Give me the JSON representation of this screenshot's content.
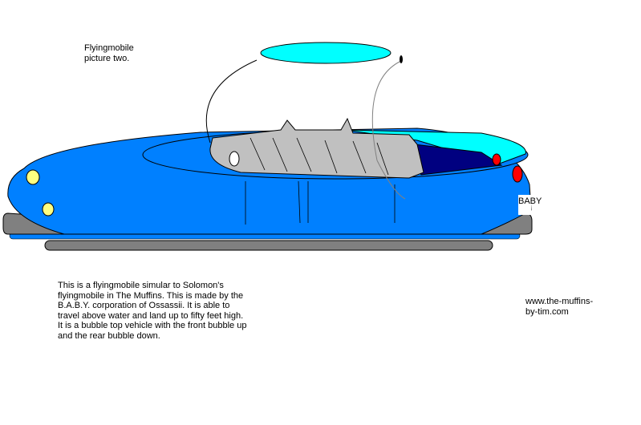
{
  "title": {
    "line1": "Flyingmobile",
    "line2": "picture two."
  },
  "description": [
    "This is a flyingmobile simular to Solomon's",
    "flyingmobile in The Muffins. This is made by the",
    "B.A.B.Y. corporation of Ossassii. It is able to",
    "travel above water and land up to fifty feet high.",
    "It is a bubble top vehicle with the front bubble up",
    "and the rear bubble down."
  ],
  "website": {
    "line1": "www.the-muffins-",
    "line2": "by-tim.com"
  },
  "plate_label": "BABY",
  "colors": {
    "body": "#0080ff",
    "bubble": "#00ffff",
    "cockpit": "#000080",
    "skid": "#808080",
    "lights": "#ff0000",
    "headlights": "#ffff80",
    "passenger": "#c0c0c0"
  }
}
